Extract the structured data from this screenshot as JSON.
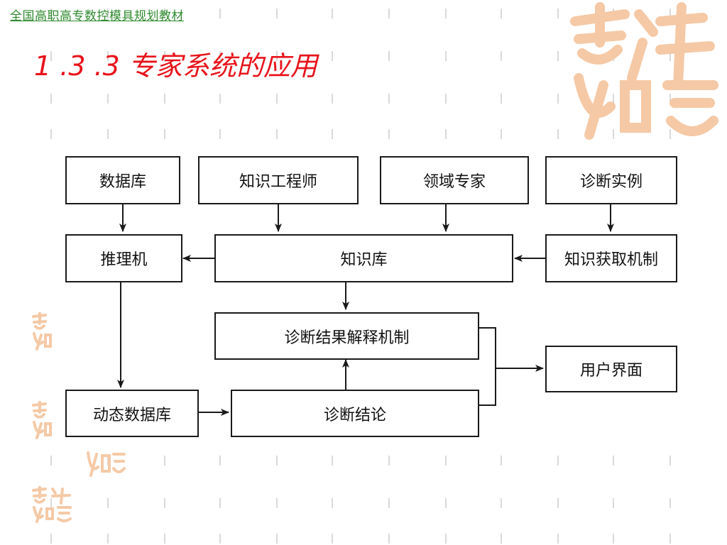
{
  "header": {
    "series_link": "全国高职高专数控模具规划教材",
    "slide_title": "1 .3 .3 专家系统的应用"
  },
  "theme": {
    "title_color": "#e8131b",
    "link_color": "#2f8a2f",
    "seal_color": "#f5c9a6",
    "tick_color": "#d9d9d9"
  },
  "decor": {
    "seal_glyphs": "吉祥如意"
  },
  "diagram": {
    "nodes": {
      "database": "数据库",
      "knowledge_engineer": "知识工程师",
      "domain_expert": "领域专家",
      "diagnostic_cases": "诊断实例",
      "inference_engine": "推理机",
      "knowledge_base": "知识库",
      "knowledge_acquisition": "知识获取机制",
      "explanation": "诊断结果解释机制",
      "user_interface": "用户界面",
      "dynamic_database": "动态数据库",
      "conclusion": "诊断结论"
    },
    "edges": [
      [
        "database",
        "inference_engine"
      ],
      [
        "knowledge_engineer",
        "knowledge_base"
      ],
      [
        "domain_expert",
        "knowledge_base"
      ],
      [
        "diagnostic_cases",
        "knowledge_acquisition"
      ],
      [
        "knowledge_base",
        "inference_engine"
      ],
      [
        "knowledge_acquisition",
        "knowledge_base"
      ],
      [
        "knowledge_base",
        "explanation"
      ],
      [
        "inference_engine",
        "dynamic_database"
      ],
      [
        "dynamic_database",
        "conclusion"
      ],
      [
        "conclusion",
        "explanation"
      ],
      [
        "explanation",
        "user_interface"
      ],
      [
        "conclusion",
        "user_interface"
      ]
    ]
  }
}
